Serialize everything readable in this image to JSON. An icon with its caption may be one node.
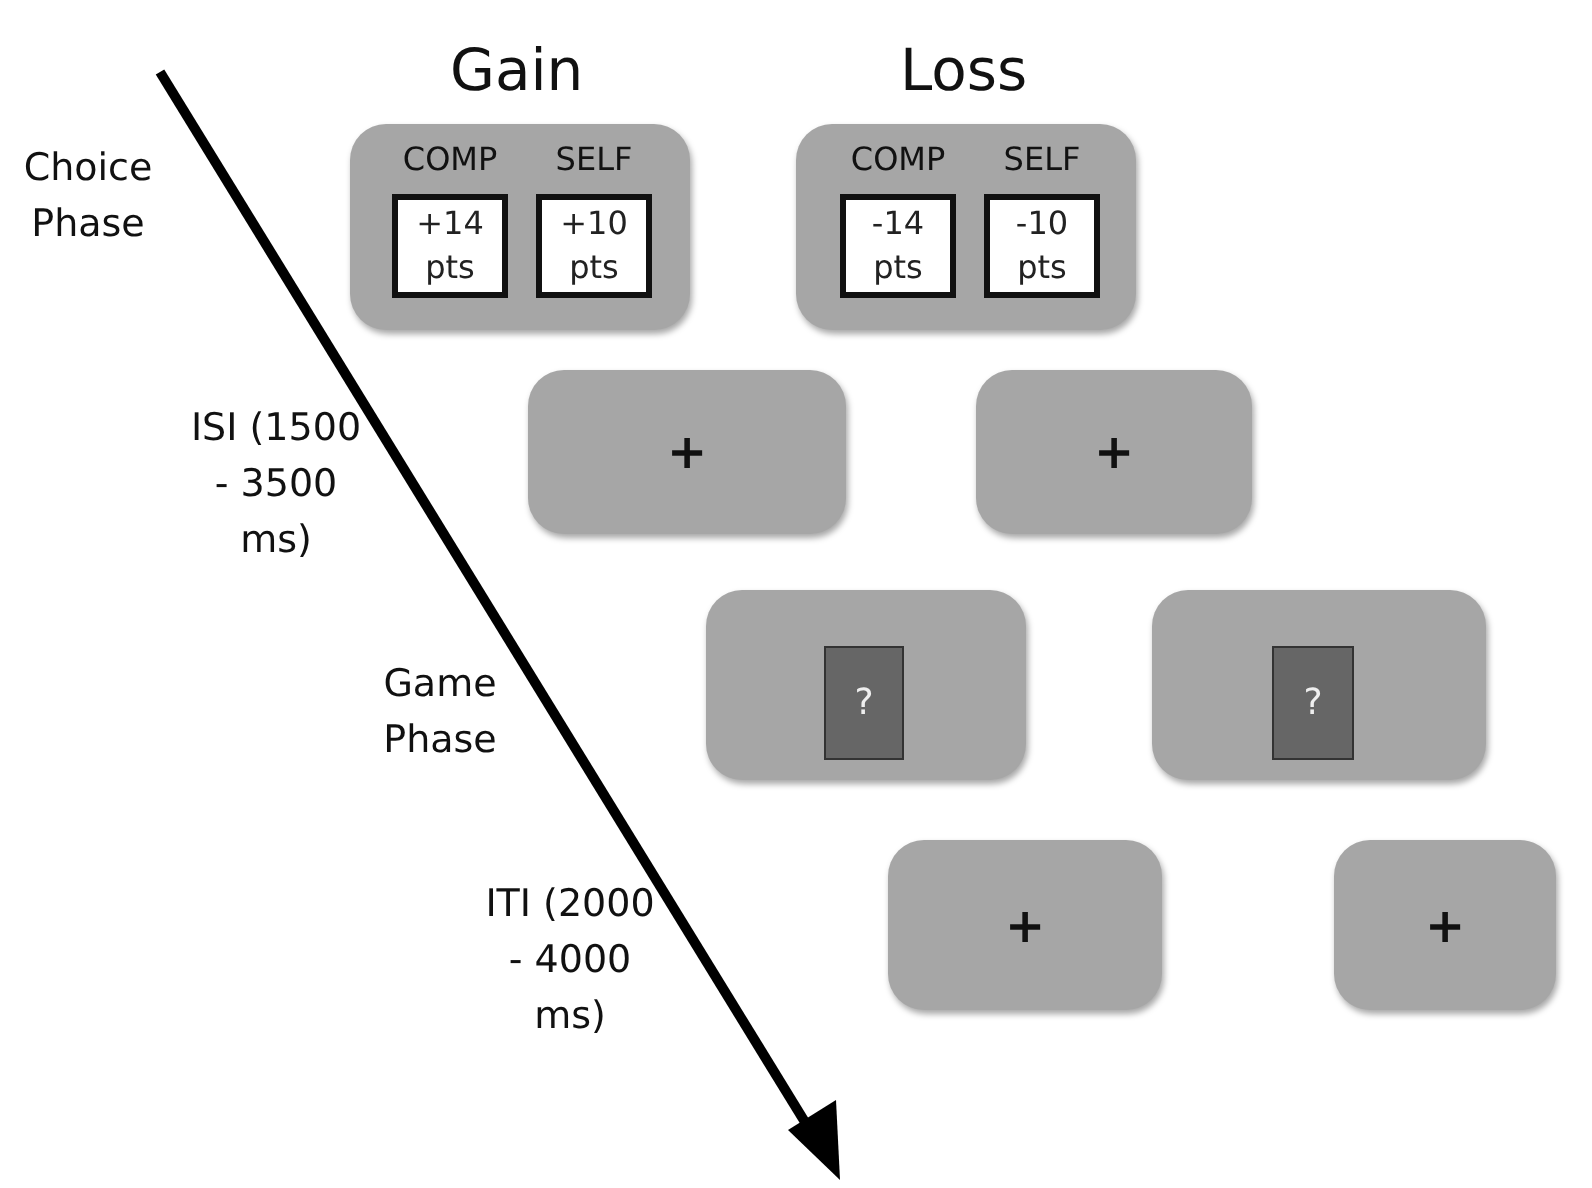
{
  "diagram": {
    "nodes": [
      {
        "text": [
          "Gain"
        ]
      },
      {
        "text": [
          "COMP",
          "+14 pts"
        ],
        "in": 0
      },
      {
        "text": [
          "SELF",
          "+10 pts"
        ],
        "in": 0
      },
      {
        "text": [
          "Loss"
        ]
      },
      {
        "text": [
          "COMP",
          "-14 pts"
        ],
        "in": 3
      },
      {
        "text": [
          "SELF",
          "-10 pts"
        ],
        "in": 3
      },
      {
        "text": [
          "+"
        ]
      },
      {
        "text": [
          "+"
        ]
      },
      {
        "text": [],
        "shape": "box"
      },
      {
        "text": [
          "?"
        ],
        "in": 8
      },
      {
        "text": [],
        "shape": "box"
      },
      {
        "text": [
          "?"
        ],
        "in": 10
      },
      {
        "text": [
          "+"
        ]
      },
      {
        "text": [
          "+"
        ]
      }
    ],
    "edges": [],
    "labels": [
      "Choice Phase",
      "ISI (1500 - 3500 ms)",
      "Game Phase",
      "ITI (2000 - 4000 ms)"
    ]
  }
}
